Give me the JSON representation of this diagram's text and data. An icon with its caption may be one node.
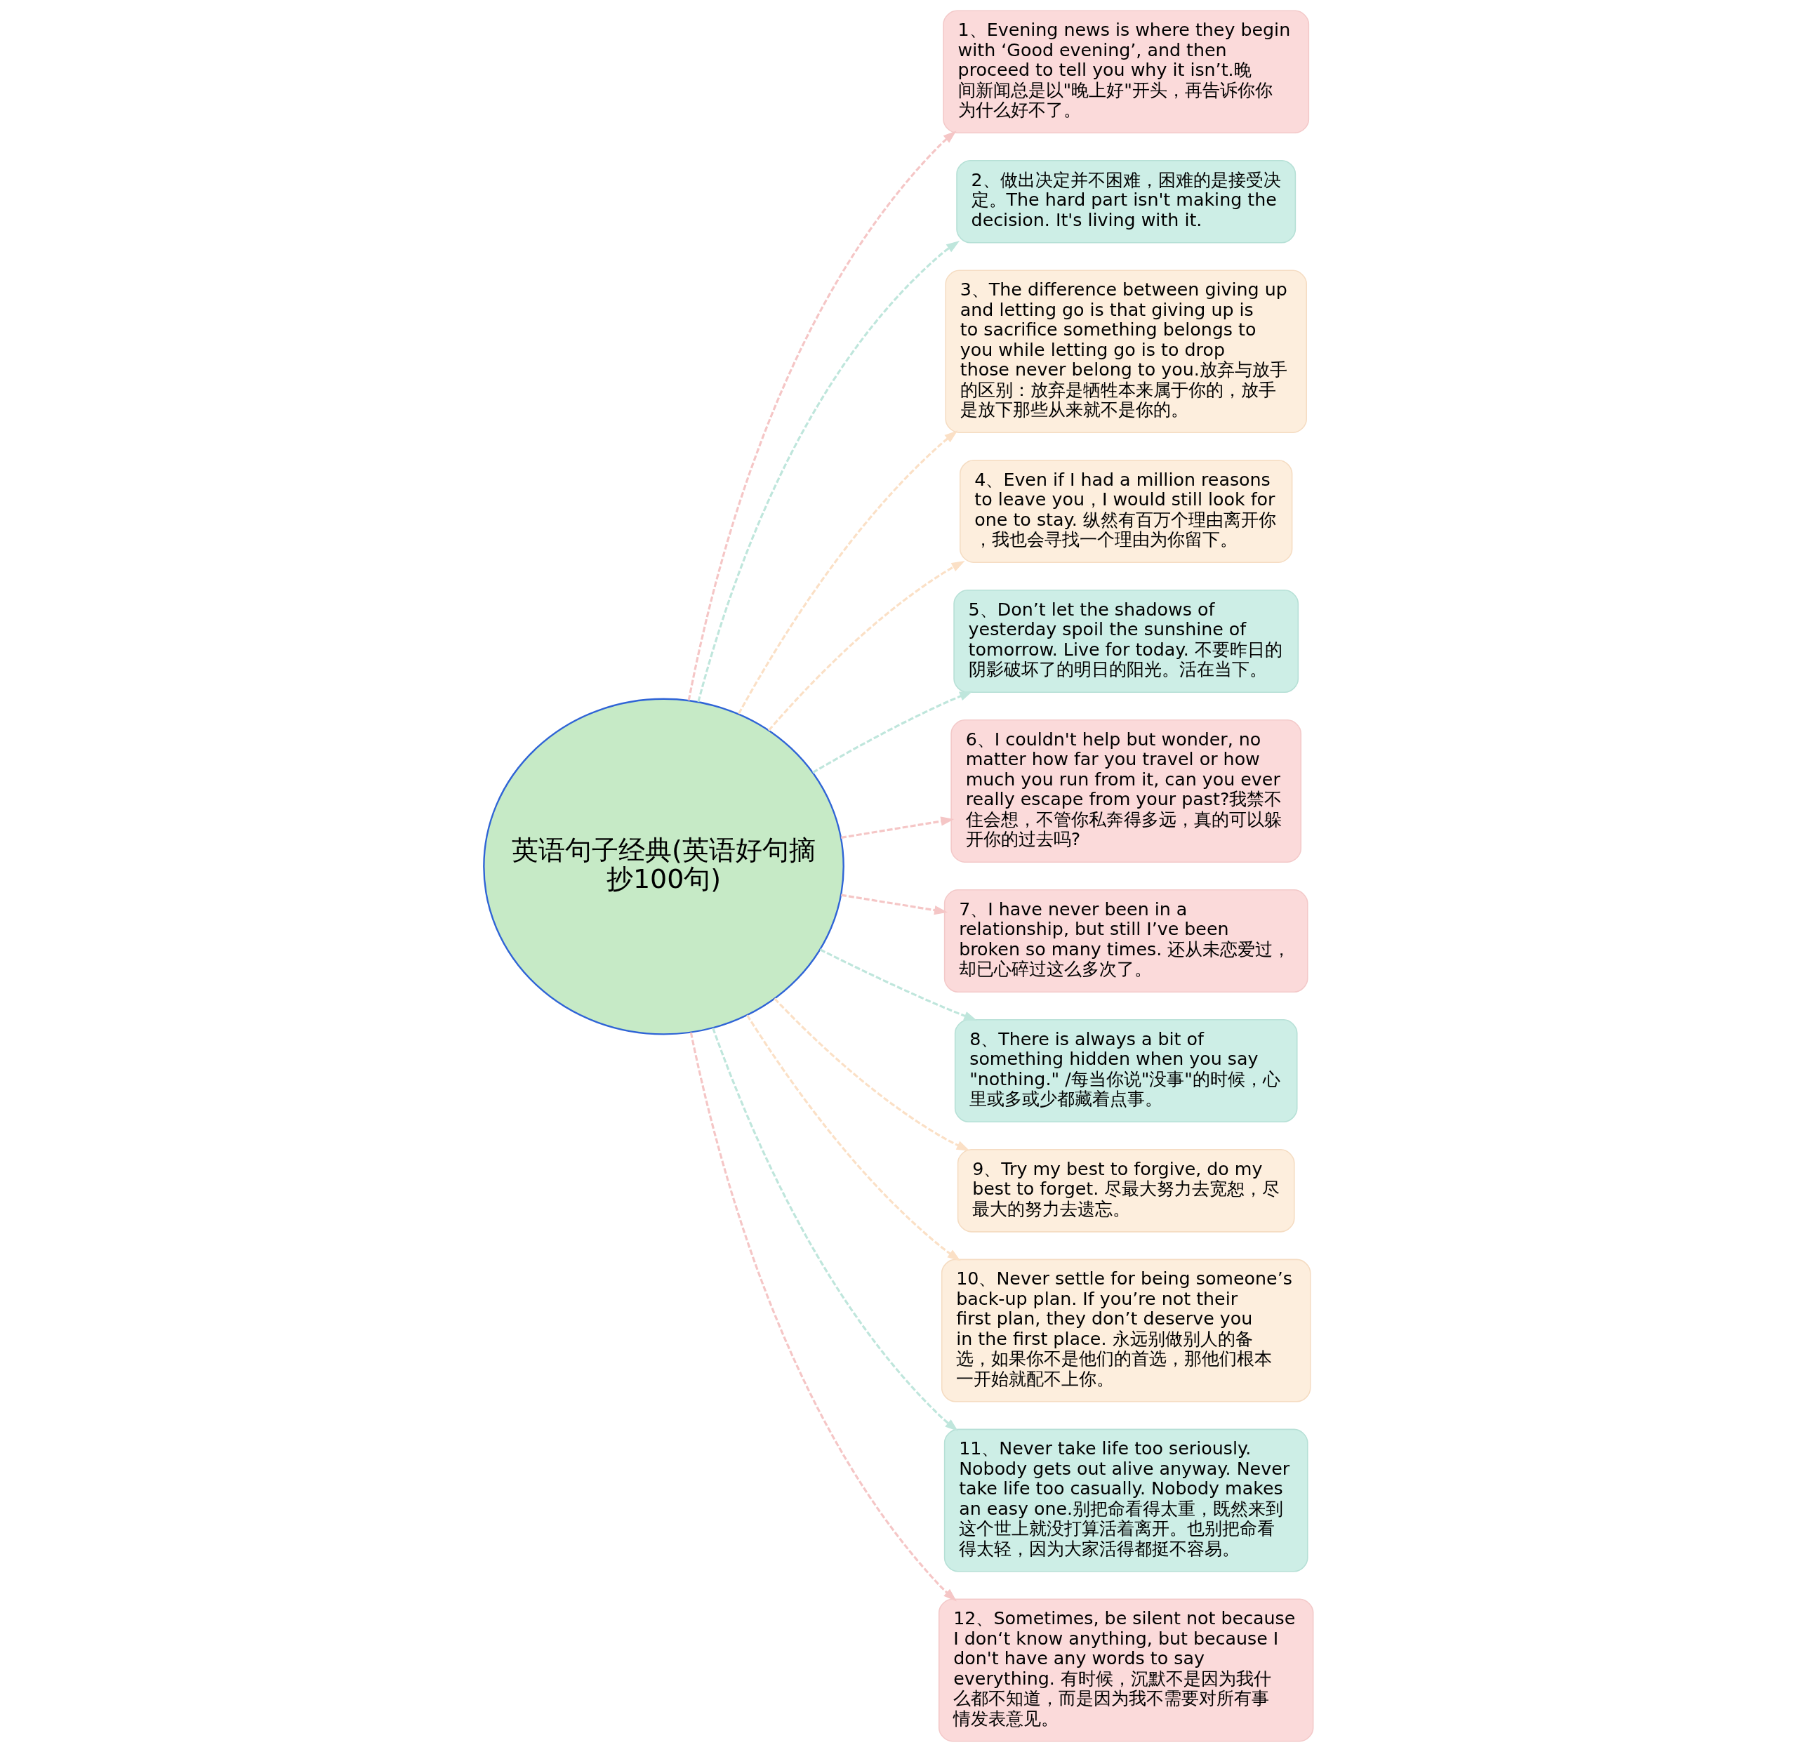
{
  "diagram": {
    "nodes": [
      {
        "text": [
          "英语句子经典(英语好句摘抄100句)"
        ]
      },
      {
        "text": [
          "1、Evening news is where they begin with ‘Good evening’, and then proceed to tell you why it isn’t.晚间新闻总是以\"晚上好\"开头，再告诉你你为什么好不了。"
        ]
      },
      {
        "text": [
          "2、做出决定并不困难，困难的是接受决定。The hard part isn't making the decision. It's living with it."
        ]
      },
      {
        "text": [
          "3、The difference between giving up and letting go is that giving up is to sacrifice something belongs to you while letting go is to drop those never belong to you.放弃与放手的区别：放弃是牺牲本来属于你的，放手是放下那些从来就不是你的。"
        ]
      },
      {
        "text": [
          "4、Even if I had a million reasons to leave you，I would still look for one to stay. 纵然有百万个理由离开你，我也会寻找一个理由为你留下。"
        ]
      },
      {
        "text": [
          "5、Don’t let the shadows of yesterday spoil the sunshine of tomorrow. Live for today. 不要昨日的阴影破坏了的明日的阳光。活在当下。"
        ]
      },
      {
        "text": [
          "6、I couldn't help but wonder, no matter how far you travel or how much you run from it, can you ever really escape from your past?我禁不住会想，不管你私奔得多远，真的可以躲开你的过去吗?"
        ]
      },
      {
        "text": [
          "7、I have never been in a relationship, but still I’ve been broken so many times. 还从未恋爱过，却已心碎过这么多次了。"
        ]
      },
      {
        "text": [
          "8、There is always a bit of something hidden when you say \"nothing.\" /每当你说\"没事\"的时候，心里或多或少都藏着点事。"
        ]
      },
      {
        "text": [
          "9、Try my best to forgive, do my best to forget. 尽最大努力去宽恕，尽最大的努力去遗忘。"
        ]
      },
      {
        "text": [
          "10、Never settle for being someone’s back-up plan. If you’re not their first plan, they don’t deserve you in the first place. 永远别做别人的备选，如果你不是他们的首选，那他们根本一开始就配不上你。"
        ]
      },
      {
        "text": [
          "11、Never take life too seriously. Nobody gets out alive anyway. Never take life too casually. Nobody makes an easy one.别把命看得太重，既然来到这个世上就没打算活着离开。也别把命看得太轻，因为大家活得都挺不容易。"
        ]
      },
      {
        "text": [
          "12、Sometimes, be silent not because I don‘t know anything, but because I don't have any words to say everything. 有时候，沉默不是因为我什么都不知道，而是因为我不需要对所有事情发表意见。"
        ]
      }
    ],
    "edges": [
      {
        "from": 0,
        "to": 1,
        "arrow": "to",
        "style": "dashed",
        "color": "#f5c6c6"
      },
      {
        "from": 0,
        "to": 2,
        "arrow": "to",
        "style": "dashed",
        "color": "#bfe6dc"
      },
      {
        "from": 0,
        "to": 3,
        "arrow": "to",
        "style": "dashed",
        "color": "#fbe0c6"
      },
      {
        "from": 0,
        "to": 4,
        "arrow": "to",
        "style": "dashed",
        "color": "#fbe0c6"
      },
      {
        "from": 0,
        "to": 5,
        "arrow": "to",
        "style": "dashed",
        "color": "#bfe6dc"
      },
      {
        "from": 0,
        "to": 6,
        "arrow": "to",
        "style": "dashed",
        "color": "#f5c6c6"
      },
      {
        "from": 0,
        "to": 7,
        "arrow": "to",
        "style": "dashed",
        "color": "#f5c6c6"
      },
      {
        "from": 0,
        "to": 8,
        "arrow": "to",
        "style": "dashed",
        "color": "#bfe6dc"
      },
      {
        "from": 0,
        "to": 9,
        "arrow": "to",
        "style": "dashed",
        "color": "#fbe0c6"
      },
      {
        "from": 0,
        "to": 10,
        "arrow": "to",
        "style": "dashed",
        "color": "#fbe0c6"
      },
      {
        "from": 0,
        "to": 11,
        "arrow": "to",
        "style": "dashed",
        "color": "#bfe6dc"
      },
      {
        "from": 0,
        "to": 12,
        "arrow": "to",
        "style": "dashed",
        "color": "#f5c6c6"
      }
    ]
  }
}
